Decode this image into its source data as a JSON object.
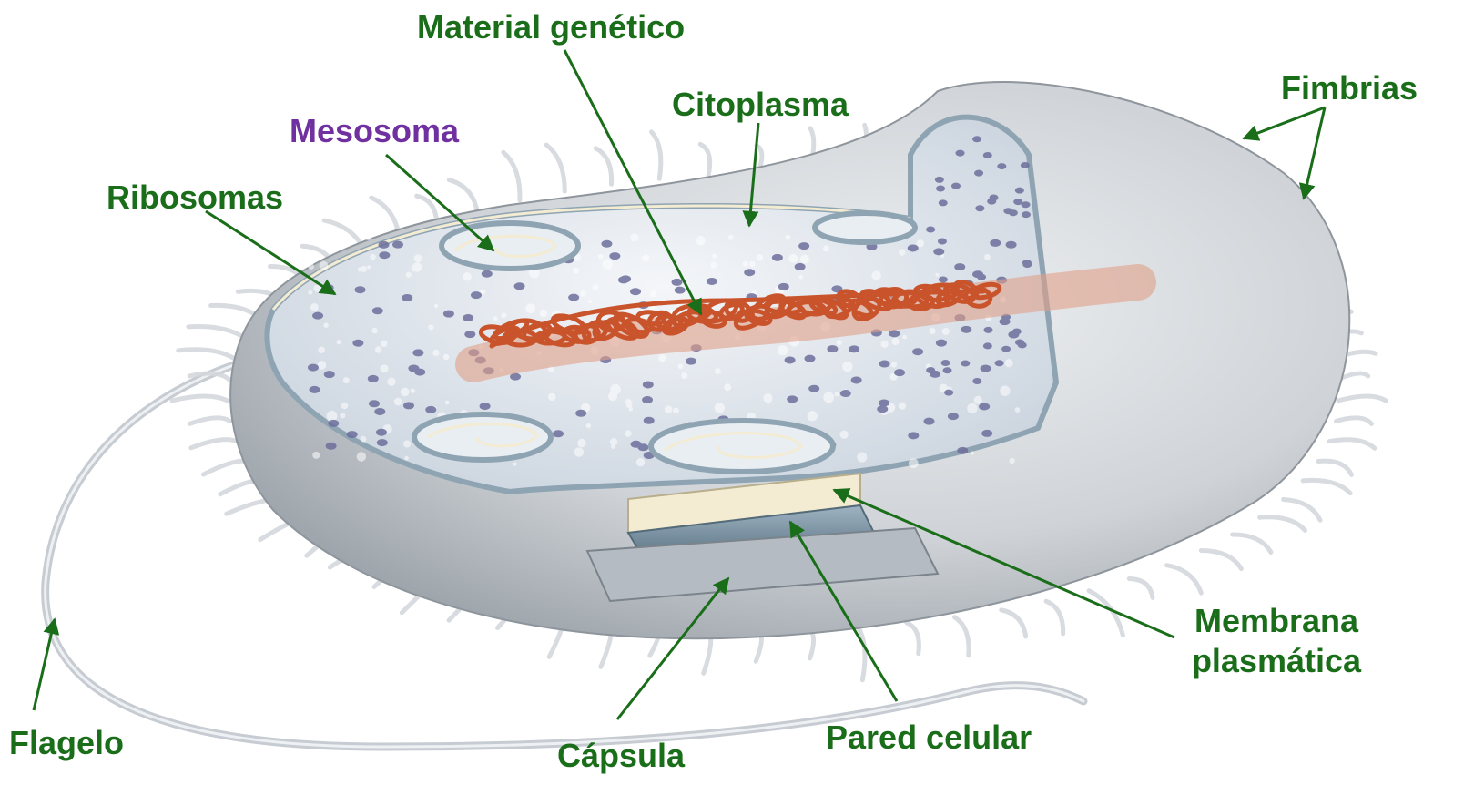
{
  "colors": {
    "label_green": "#1a6e1a",
    "label_purple": "#7030a0",
    "capsule": "#b9bec4",
    "cell_wall": "#7f96a6",
    "membrane": "#f3ecd2",
    "cytoplasm": "#dfe5ec",
    "ribosome": "#6d6f9c",
    "nucleoid": "#c9542c"
  },
  "labels": {
    "material_genetico": "Material genético",
    "citoplasma": "Citoplasma",
    "mesosoma": "Mesosoma",
    "ribosomas": "Ribosomas",
    "fimbrias": "Fimbrias",
    "flagelo": "Flagelo",
    "capsula": "Cápsula",
    "pared_celular": "Pared celular",
    "membrana_line1": "Membrana",
    "membrana_line2": "plasmática"
  }
}
